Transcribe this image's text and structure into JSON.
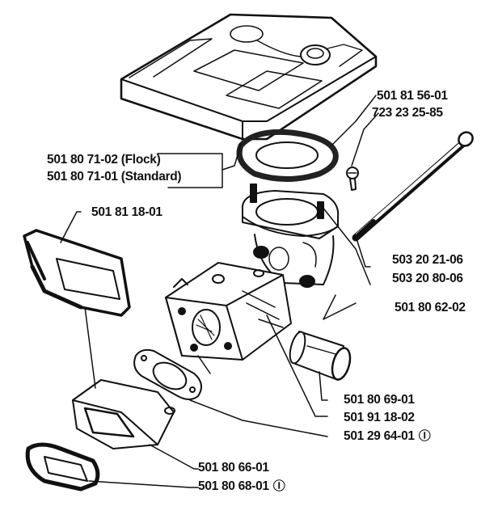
{
  "diagram": {
    "title": "Carburetor and air filter exploded parts view",
    "colors": {
      "ink": "#111111",
      "paper": "#ffffff"
    },
    "parts": [
      {
        "id": "air-filter-flock",
        "number": "501 80 71-02",
        "note": "(Flock)"
      },
      {
        "id": "air-filter-standard",
        "number": "501 80 71-01",
        "note": "(Standard)"
      },
      {
        "id": "filter-gasket",
        "number": "501 81 56-01"
      },
      {
        "id": "filter-screw",
        "number": "723 23 25-85"
      },
      {
        "id": "intake-boot",
        "number": "501 81 18-01"
      },
      {
        "id": "rod",
        "number": "503 20 21-06"
      },
      {
        "id": "stud",
        "number": "503 20 80-06"
      },
      {
        "id": "filter-holder",
        "number": "501 80 62-02"
      },
      {
        "id": "tube",
        "number": "501 80 69-01"
      },
      {
        "id": "carburetor",
        "number": "501 91 18-02"
      },
      {
        "id": "carb-gasket",
        "number": "501 29 64-01",
        "mark": "Ⓘ"
      },
      {
        "id": "intake-adapter",
        "number": "501 80 66-01"
      },
      {
        "id": "adapter-gasket",
        "number": "501 80 68-01",
        "mark": "Ⓘ"
      }
    ]
  }
}
